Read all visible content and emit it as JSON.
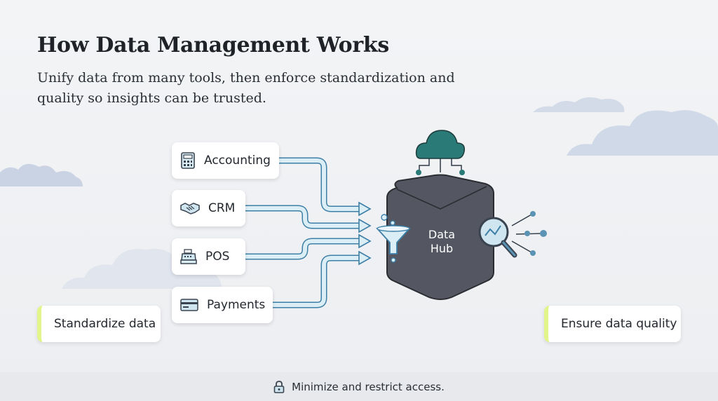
{
  "header": {
    "title": "How Data Management Works",
    "subtitle": "Unify data from many tools, then enforce standardization and quality so insights can be trusted."
  },
  "sources": [
    {
      "label": "Accounting",
      "icon": "calculator-icon"
    },
    {
      "label": "CRM",
      "icon": "handshake-icon"
    },
    {
      "label": "POS",
      "icon": "cash-register-icon"
    },
    {
      "label": "Payments",
      "icon": "credit-card-icon"
    }
  ],
  "hub": {
    "line1": "Data",
    "line2": "Hub"
  },
  "left_pill": {
    "label": "Standardize data"
  },
  "right_pill": {
    "label": "Ensure data quality"
  },
  "footer": {
    "text": "Minimize and restrict access.",
    "icon": "lock-icon"
  },
  "colors": {
    "hub_fill": "#545661",
    "cloud_teal": "#2a7a78",
    "arrow_fill": "#dbeef6",
    "arrow_stroke": "#3d7fa6",
    "pill_accent": "#e2f58a",
    "bg_cloud": "#c9d3e3"
  }
}
